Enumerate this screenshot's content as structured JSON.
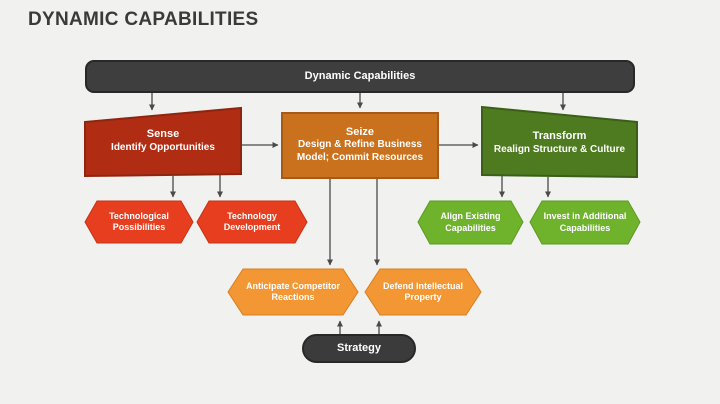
{
  "slide": {
    "title": "DYNAMIC CAPABILITIES"
  },
  "diagram": {
    "root": {
      "label": "Dynamic Capabilities"
    },
    "stages": [
      {
        "id": "sense",
        "title": "Sense",
        "subtitle": "Identify Opportunities"
      },
      {
        "id": "seize",
        "title": "Seize",
        "subtitle": "Design & Refine Business Model; Commit Resources"
      },
      {
        "id": "transform",
        "title": "Transform",
        "subtitle": "Realign Structure & Culture"
      }
    ],
    "hexagons": [
      {
        "label": "Technological Possibilities",
        "parent": "sense"
      },
      {
        "label": "Technology Development",
        "parent": "sense"
      },
      {
        "label": "Align Existing Capabilities",
        "parent": "transform"
      },
      {
        "label": "Invest in Additional Capabilities",
        "parent": "transform"
      },
      {
        "label": "Anticipate Competitor Reactions",
        "parent": "seize"
      },
      {
        "label": "Defend Intellectual Property",
        "parent": "seize"
      }
    ],
    "strategy": {
      "label": "Strategy"
    }
  },
  "colors": {
    "background": "#f1f1ef",
    "title_text": "#3a3a3a",
    "connector": "#4a4a4a",
    "bar_fill": "#3e3e3e",
    "sense_fill": "#b02d13",
    "seize_fill": "#c9711c",
    "transform_fill": "#4e7b20",
    "hex_red_fill": "#e63e1f",
    "hex_green_fill": "#6fb32c",
    "hex_orange_fill": "#f29733",
    "strategy_fill": "#3b3b3b",
    "shape_text": "#ffffff"
  }
}
